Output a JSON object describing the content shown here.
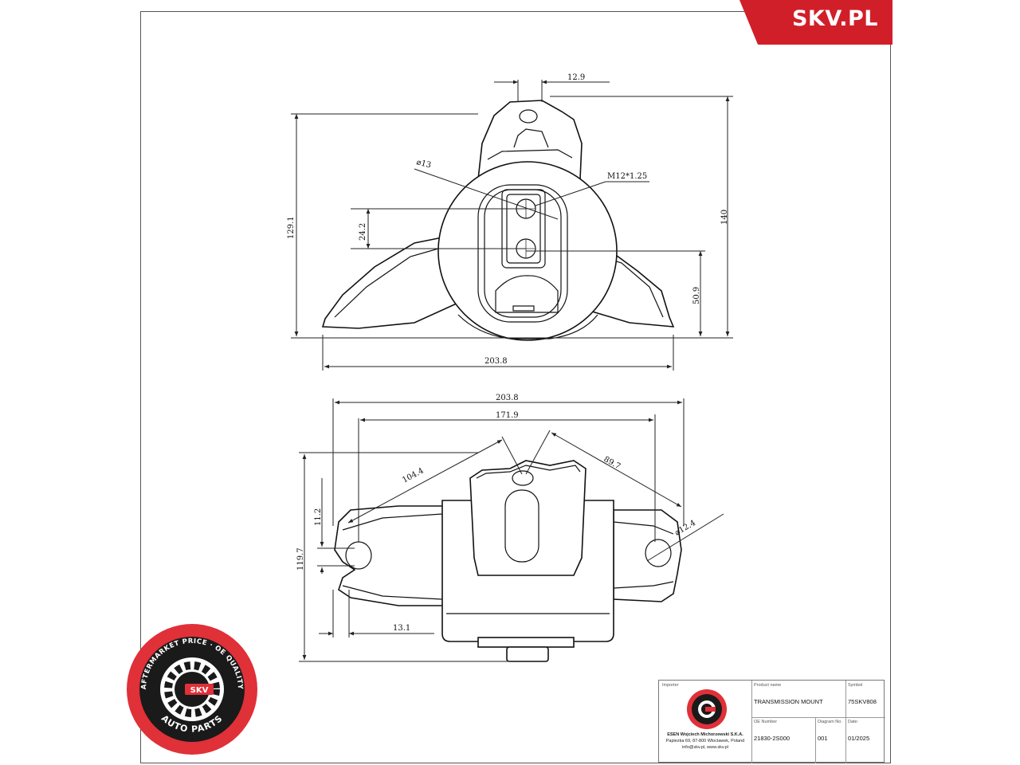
{
  "brand": {
    "name": "SKV.PL",
    "color": "#d11f2a"
  },
  "badge": {
    "ring_text": "AFTERMARKET PRICE · OE QUALITY",
    "bottom_text": "AUTO PARTS",
    "center_text": "SKV"
  },
  "top_view": {
    "dims": {
      "d1": "12.9",
      "d2": "⌀13",
      "d3": "M12*1.25",
      "d4": "24.2",
      "d5": "129.1",
      "d6": "140",
      "d7": "50.9",
      "d8": "203.8"
    }
  },
  "side_view": {
    "dims": {
      "d1": "203.8",
      "d2": "171.9",
      "d3": "104.4",
      "d4": "89.7",
      "d5": "11.2",
      "d6": "119.7",
      "d7": "⌀12.4",
      "d8": "13.1"
    }
  },
  "title_block": {
    "importer_label": "Importer",
    "importer_name": "ESEN Wojciech Michorzewski S.K.A.",
    "importer_address": "Papiezka 69, 87-800 Wloclawek, Poland",
    "importer_contact": "info@skv.pl, www.skv.pl",
    "product_name_label": "Product name",
    "product_name": "TRANSMISSION MOUNT",
    "symbol_label": "Symbol",
    "symbol": "75SKV808",
    "oe_label": "OE Number",
    "oe_number": "21830-2S000",
    "diagram_label": "Diagram No.",
    "diagram_no": "001",
    "date_label": "Date:",
    "date": "01/2025"
  }
}
